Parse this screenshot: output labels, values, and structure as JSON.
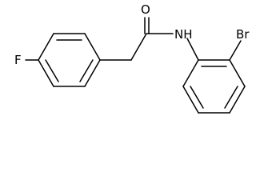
{
  "structure": {
    "atoms": {
      "fluorine": "F",
      "oxygen": "O",
      "nitrogen_hydrogen": "NH",
      "bromine": "Br"
    },
    "colors": {
      "bond": "#000000",
      "label": "#000000",
      "background": "#ffffff"
    }
  }
}
